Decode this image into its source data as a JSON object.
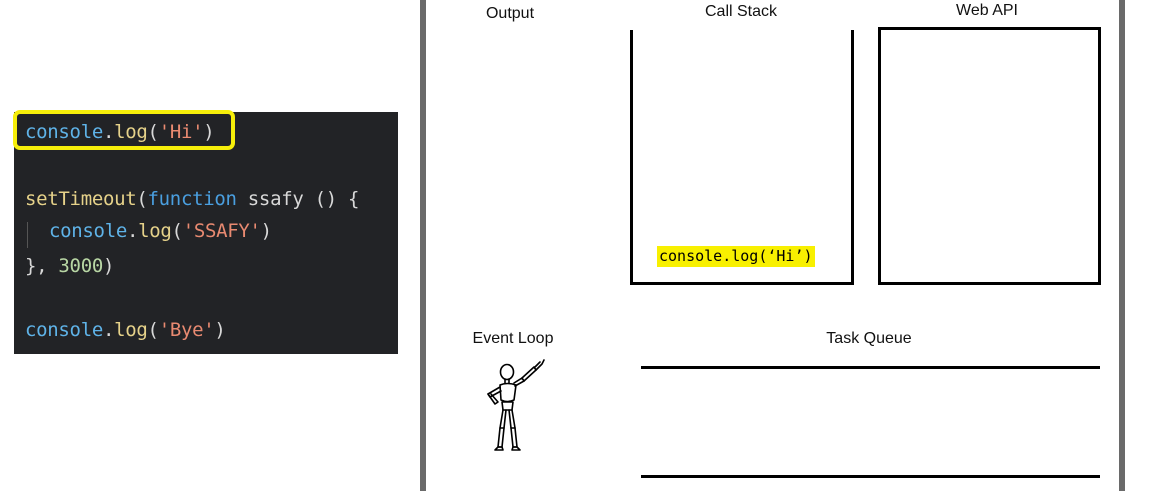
{
  "code": {
    "line1": {
      "obj": "console",
      "dot": ".",
      "fn": "log",
      "open": "(",
      "str": "'Hi'",
      "close": ")"
    },
    "line2": {
      "fn": "setTimeout",
      "open": "(",
      "kw": "function",
      "rest": " ssafy () {"
    },
    "line3": {
      "obj": "console",
      "dot": ".",
      "fn": "log",
      "open": "(",
      "str": "'SSAFY'",
      "close": ")"
    },
    "line4": {
      "pre": "}, ",
      "num": "3000",
      "close": ")"
    },
    "line5": {
      "obj": "console",
      "dot": ".",
      "fn": "log",
      "open": "(",
      "str": "'Bye'",
      "close": ")"
    }
  },
  "labels": {
    "output": "Output",
    "call_stack": "Call Stack",
    "web_api": "Web API",
    "event_loop": "Event Loop",
    "task_queue": "Task Queue"
  },
  "call_stack_items": [
    "console.log(‘Hi’)"
  ],
  "icons": {
    "event_loop": "wooden-mannequin-pointing-icon"
  },
  "colors": {
    "highlight": "#f6ee0a",
    "code_background": "#222326",
    "stack_item_background": "#f8f000"
  }
}
